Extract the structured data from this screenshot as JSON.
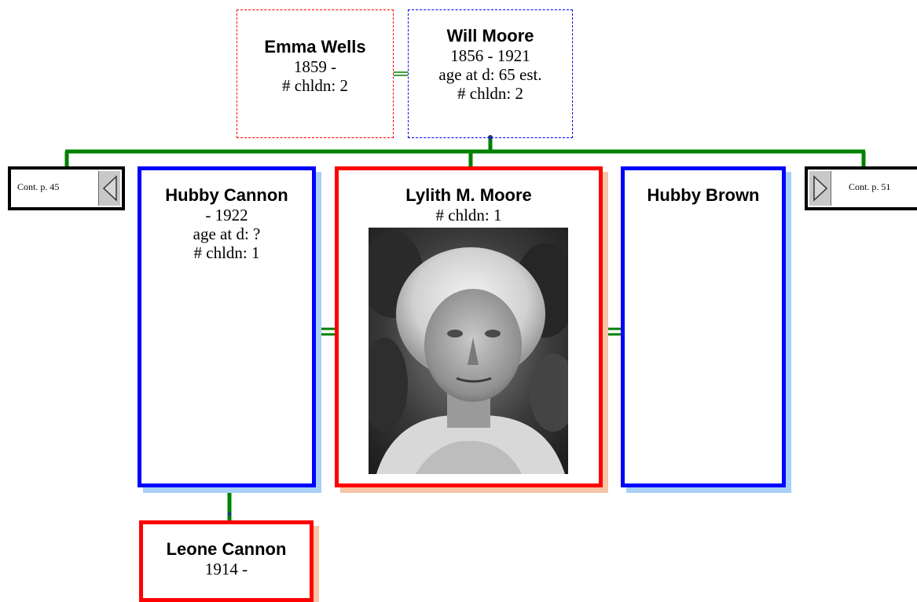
{
  "parents": {
    "mother": {
      "name": "Emma Wells",
      "lines": [
        "1859 -",
        "# chldn: 2"
      ]
    },
    "father": {
      "name": "Will Moore",
      "lines": [
        "1856 - 1921",
        "age at d: 65 est.",
        "# chldn: 2"
      ]
    }
  },
  "spouse_left": {
    "name": "Hubby Cannon",
    "lines": [
      "- 1922",
      "age at d: ?",
      "# chldn: 1"
    ]
  },
  "focus": {
    "name": "Lylith M. Moore",
    "lines": [
      "# chldn: 1"
    ]
  },
  "spouse_right": {
    "name": "Hubby Brown"
  },
  "child": {
    "name": "Leone Cannon",
    "lines": [
      "1914 -"
    ]
  },
  "nav": {
    "prev": "Cont. p. 45",
    "next": "Cont. p. 51"
  },
  "colors": {
    "male": "#0000ff",
    "female": "#ff0000",
    "line": "#008000"
  },
  "icons": {
    "prev": "triangle-left-icon",
    "next": "triangle-right-icon"
  }
}
